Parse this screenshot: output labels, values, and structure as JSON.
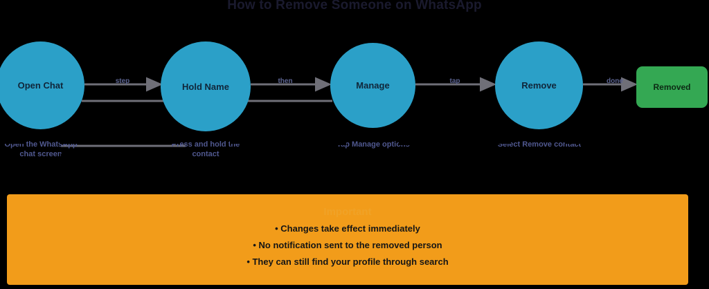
{
  "title": "How to Remove Someone on WhatsApp",
  "colors": {
    "background": "#000000",
    "node_primary": "#2ba0c8",
    "node_final": "#34a853",
    "notes_panel": "#f29c1a",
    "edge": "#6f6f78",
    "edge_label": "#5b6390",
    "sublabel": "#50588f"
  },
  "flow": {
    "nodes": [
      {
        "id": "open-chat",
        "label": "Open Chat",
        "shape": "circle",
        "sublabel": "Open the WhatsApp chat screen"
      },
      {
        "id": "hold-name",
        "label": "Hold Name",
        "shape": "circle",
        "sublabel": "Press and hold the contact"
      },
      {
        "id": "manage",
        "label": "Manage",
        "shape": "circle",
        "sublabel": "Tap Manage options"
      },
      {
        "id": "remove",
        "label": "Remove",
        "shape": "circle",
        "sublabel": "Select Remove contact"
      },
      {
        "id": "removed",
        "label": "Removed",
        "shape": "rounded-rect",
        "sublabel": ""
      }
    ],
    "edges": [
      {
        "from": "open-chat",
        "to": "hold-name",
        "label": "step"
      },
      {
        "from": "hold-name",
        "to": "manage",
        "label": "then"
      },
      {
        "from": "manage",
        "to": "remove",
        "label": "tap"
      },
      {
        "from": "remove",
        "to": "removed",
        "label": "done"
      }
    ]
  },
  "notes": {
    "heading": "Important",
    "bullets": [
      "• Changes take effect immediately",
      "• No notification sent to the removed person",
      "• They can still find your profile through search"
    ]
  }
}
